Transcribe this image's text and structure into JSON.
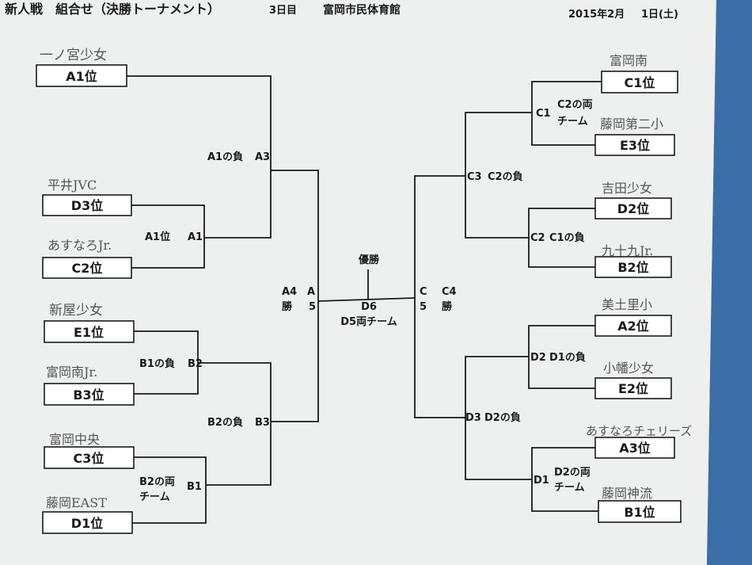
{
  "header": {
    "title": "新人戦　組合せ（決勝トーナメント）",
    "day": "3日目",
    "venue": "富岡市民体育館",
    "date": "2015年2月",
    "date_day": "1日(土)"
  },
  "left_teams": [
    {
      "hand": "一ノ宮少女",
      "seed": "A1位"
    },
    {
      "hand": "平井JVC",
      "seed": "D3位"
    },
    {
      "hand": "あすなろJr.",
      "seed": "C2位"
    },
    {
      "hand": "新屋少女",
      "seed": "E1位"
    },
    {
      "hand": "富岡南Jr.",
      "seed": "B3位"
    },
    {
      "hand": "富岡中央",
      "seed": "C3位"
    },
    {
      "hand": "藤岡EAST",
      "seed": "D1位"
    }
  ],
  "right_teams": [
    {
      "hand": "富岡南",
      "seed": "C1位"
    },
    {
      "hand": "藤岡第二小",
      "seed": "E3位"
    },
    {
      "hand": "吉田少女",
      "seed": "D2位"
    },
    {
      "hand": "九十九Jr.",
      "seed": "B2位"
    },
    {
      "hand": "美土里小",
      "seed": "A2位"
    },
    {
      "hand": "小幡少女",
      "seed": "E2位"
    },
    {
      "hand": "あすなろチェリーズ",
      "seed": "A3位"
    },
    {
      "hand": "藤岡神流",
      "seed": "B1位"
    }
  ],
  "left_labels": {
    "a1_note": "A1位",
    "a1_code": "A1",
    "b2_note": "B2の両",
    "b2_note2": "チーム",
    "b1_code": "B1",
    "a3_note": "A1の負",
    "a3_code": "A3",
    "b1_note": "B1の負",
    "b2_code": "B2",
    "b3_note": "B2の負",
    "b3_code": "B3",
    "a4_note": "A4",
    "a4_code": "A",
    "a4_win": "勝",
    "a4_num": "5"
  },
  "right_labels": {
    "c1_code": "C1",
    "c1_note": "C2の両",
    "c1_note2": "チーム",
    "c3_code": "C3",
    "c3_note": "C2の負",
    "c2_code": "C2",
    "c2_note": "C1の負",
    "d2_code": "D2",
    "d2_note": "D1の負",
    "d3_code": "D3",
    "d3_note": "D2の負",
    "d1_code": "D1",
    "d1_note": "D2の両",
    "d1_note2": "チーム",
    "c4_code": "C",
    "c4_note": "C4",
    "c4_num": "5",
    "c4_win": "勝"
  },
  "final": {
    "label": "優勝",
    "code": "D6",
    "note": "D5両チーム"
  }
}
